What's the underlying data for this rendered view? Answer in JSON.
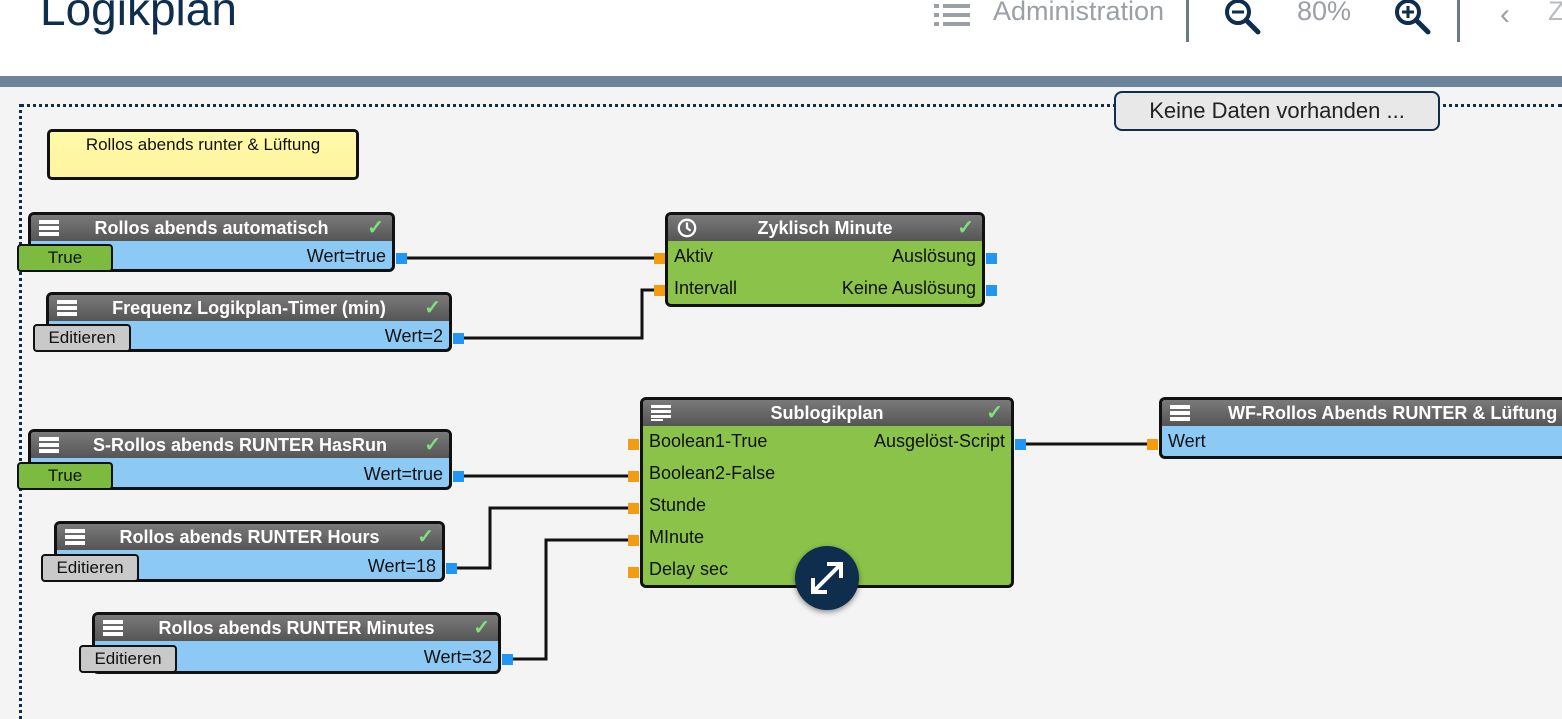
{
  "header": {
    "title": "Logikplan",
    "menu_label": "Administration",
    "zoom_value": "80%",
    "back_partial": "Z"
  },
  "status_button": "Keine Daten vorhanden ...",
  "comment": "Rollos abends runter & Lüftung",
  "nodes": {
    "auto": {
      "title": "Rollos abends automatisch",
      "value": "Wert=true",
      "button": "True"
    },
    "freq": {
      "title": "Frequenz Logikplan-Timer (min)",
      "value": "Wert=2",
      "button": "Editieren"
    },
    "zyklisch": {
      "title": "Zyklisch Minute",
      "in1": "Aktiv",
      "in2": "Intervall",
      "out1": "Auslösung",
      "out2": "Keine Auslösung"
    },
    "hasrun": {
      "title": "S-Rollos abends RUNTER HasRun",
      "value": "Wert=true",
      "button": "True"
    },
    "hours": {
      "title": "Rollos abends RUNTER Hours",
      "value": "Wert=18",
      "button": "Editieren"
    },
    "minutes": {
      "title": "Rollos abends RUNTER Minutes",
      "value": "Wert=32",
      "button": "Editieren"
    },
    "sub": {
      "title": "Sublogikplan",
      "in1": "Boolean1-True",
      "in2": "Boolean2-False",
      "in3": "Stunde",
      "in4": "MInute",
      "in5": "Delay sec",
      "out1": "Ausgelöst-Script"
    },
    "wf": {
      "title": "WF-Rollos Abends RUNTER & Lüftung",
      "in1": "Wert"
    }
  },
  "colors": {
    "accent": "#0f2d4d",
    "input_port": "#f39c12",
    "output_port": "#2196f3",
    "logic_block": "#8bc34a",
    "variable_block": "#8dc9f5"
  }
}
